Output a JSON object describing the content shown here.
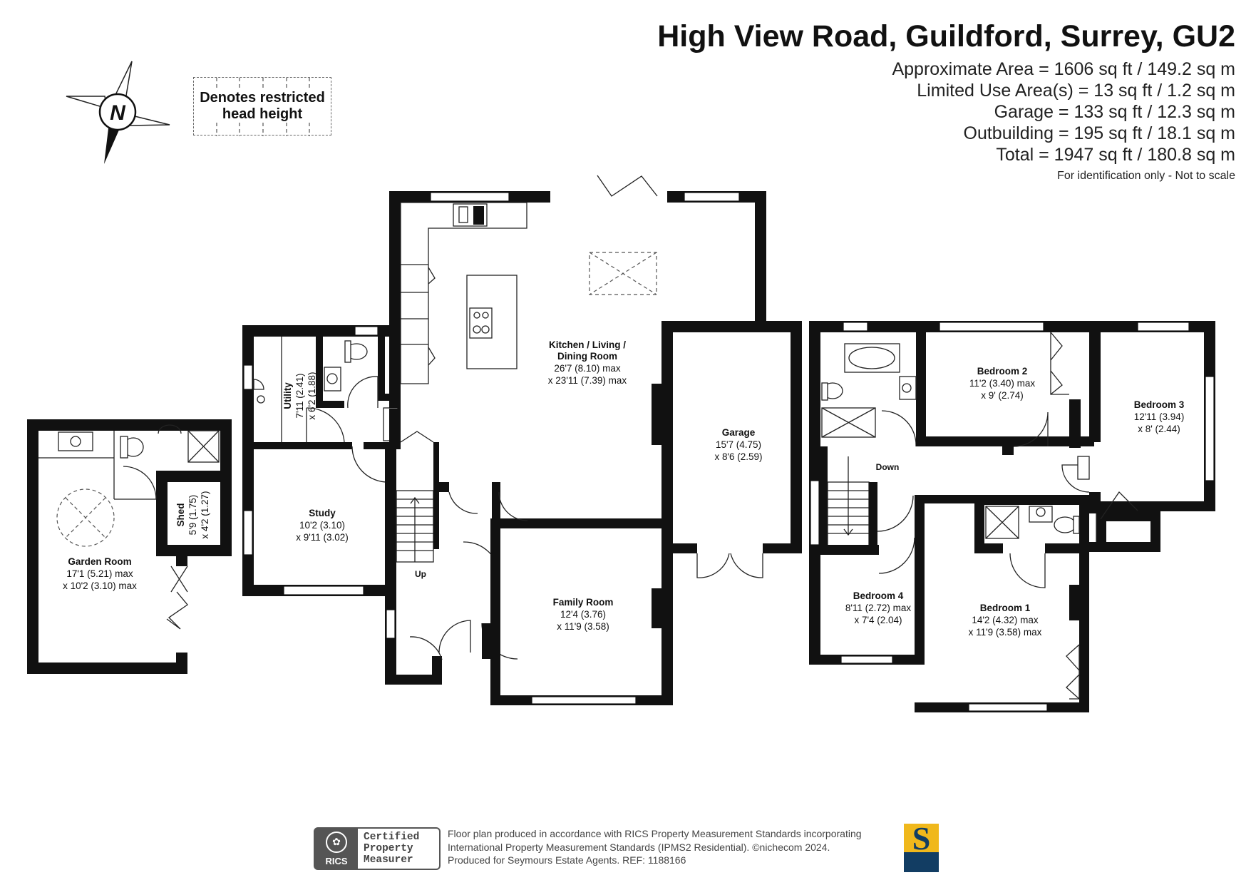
{
  "header": {
    "title": "High View Road, Guildford, Surrey, GU2",
    "areas": [
      "Approximate Area = 1606 sq ft / 149.2 sq m",
      "Limited Use Area(s) = 13 sq ft / 1.2 sq m",
      "Garage = 133 sq ft / 12.3 sq m",
      "Outbuilding = 195 sq ft / 18.1 sq m",
      "Total = 1947 sq ft / 180.8 sq m"
    ],
    "disclaimer": "For identification only - Not to scale"
  },
  "compass": {
    "letter": "N"
  },
  "legend": {
    "line1": "Denotes restricted",
    "line2": "head height"
  },
  "rooms": {
    "garden_room": {
      "name": "Garden Room",
      "dim1": "17'1 (5.21) max",
      "dim2": "x 10'2 (3.10) max"
    },
    "shed": {
      "name": "Shed",
      "dim1": "5'9 (1.75)",
      "dim2": "x 4'2 (1.27)"
    },
    "utility": {
      "name": "Utility",
      "dim1": "7'11 (2.41)",
      "dim2": "x 6'2 (1.88)"
    },
    "study": {
      "name": "Study",
      "dim1": "10'2 (3.10)",
      "dim2": "x 9'11 (3.02)"
    },
    "kitchen": {
      "name1": "Kitchen / Living /",
      "name2": "Dining Room",
      "dim1": "26'7 (8.10) max",
      "dim2": "x 23'11 (7.39) max"
    },
    "garage": {
      "name": "Garage",
      "dim1": "15'7 (4.75)",
      "dim2": "x 8'6 (2.59)"
    },
    "family_room": {
      "name": "Family Room",
      "dim1": "12'4 (3.76)",
      "dim2": "x 11'9 (3.58)"
    },
    "bedroom2": {
      "name": "Bedroom 2",
      "dim1": "11'2 (3.40) max",
      "dim2": "x 9' (2.74)"
    },
    "bedroom3": {
      "name": "Bedroom 3",
      "dim1": "12'11 (3.94)",
      "dim2": "x 8' (2.44)"
    },
    "bedroom4": {
      "name": "Bedroom 4",
      "dim1": "8'11 (2.72) max",
      "dim2": "x 7'4 (2.04)"
    },
    "bedroom1": {
      "name": "Bedroom 1",
      "dim1": "14'2 (4.32) max",
      "dim2": "x 11'9 (3.58) max"
    }
  },
  "stairs": {
    "up": "Up",
    "down": "Down"
  },
  "footer": {
    "rics": "RICS",
    "cert1": "Certified",
    "cert2": "Property",
    "cert3": "Measurer",
    "note1": "Floor plan produced in accordance with RICS Property Measurement Standards incorporating",
    "note2a": "International Property Measurement Standards (IPMS2 Residential).  ©",
    "note2b": "nichecom",
    "note2c": " 2024.",
    "note3": "Produced for Seymours Estate Agents.   REF:  1188166",
    "agent_letter": "S"
  },
  "colors": {
    "wall": "#111111",
    "agent_gold": "#f0b81c",
    "agent_navy": "#123d63",
    "badge_grey": "#555555"
  }
}
